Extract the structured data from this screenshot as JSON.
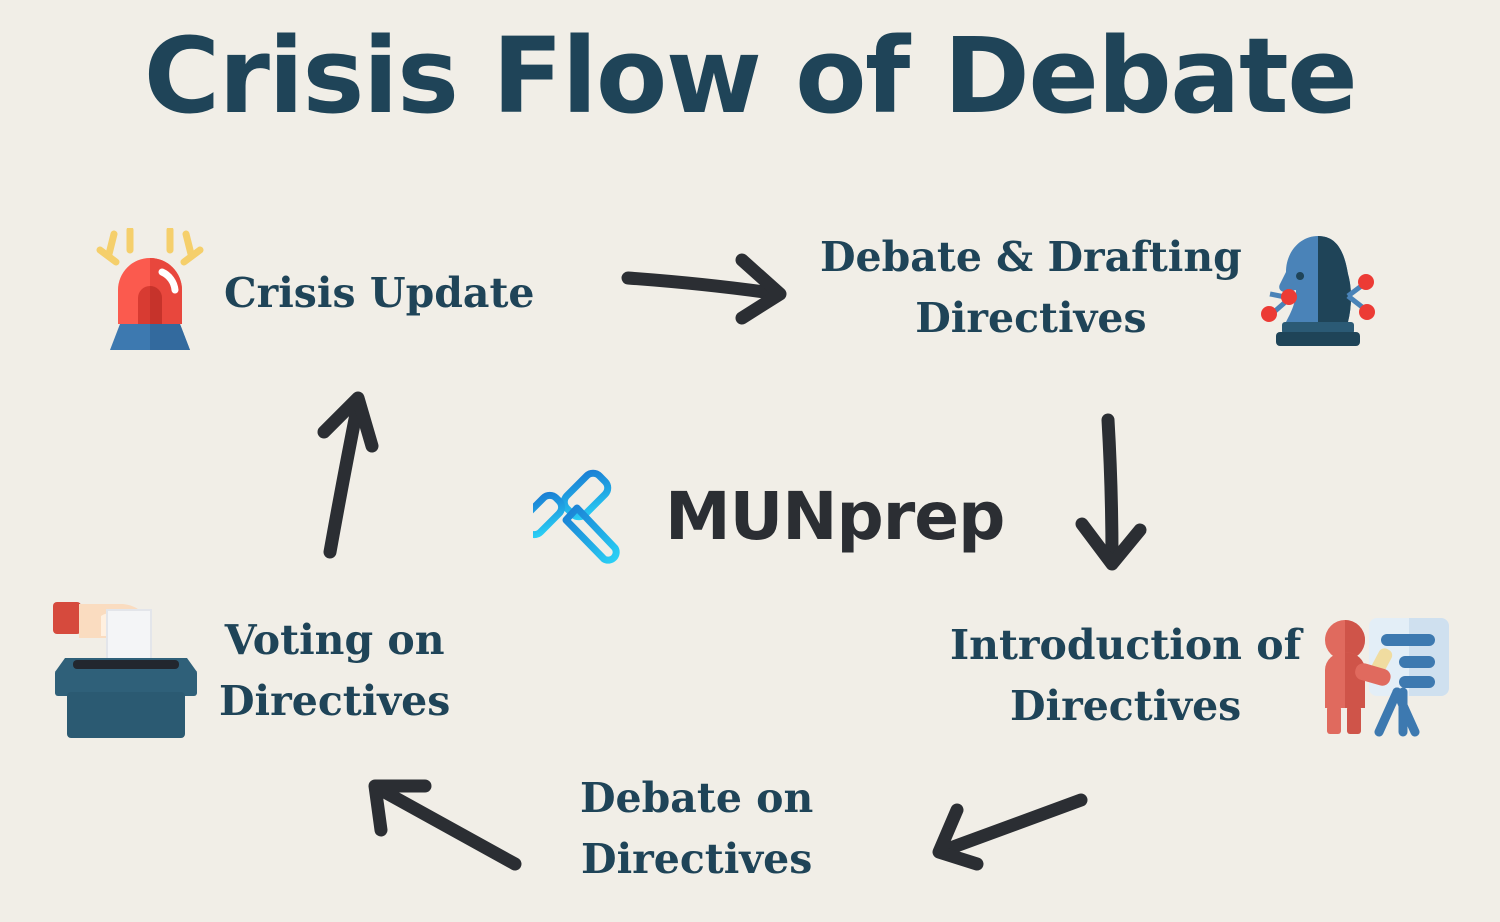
{
  "page": {
    "title": "Crisis Flow of Debate",
    "background_color": "#f1eee7",
    "accent_color": "#1f4458",
    "arrow_color": "#2b2e33"
  },
  "brand": {
    "name": "MUNprep",
    "icon": "gavel-icon",
    "icon_gradient_from": "#1b7fd4",
    "icon_gradient_to": "#2bd0f5",
    "text_color": "#2b2e33"
  },
  "flow": {
    "nodes": [
      {
        "id": "crisis-update",
        "label": "Crisis Update",
        "icon": "police-light-siren-icon",
        "icon_position": "left"
      },
      {
        "id": "debate-drafting",
        "label": "Debate & Drafting\nDirectives",
        "icon": "chess-knight-icon",
        "icon_position": "right"
      },
      {
        "id": "introduction-of-directives",
        "label": "Introduction of\nDirectives",
        "icon": "presentation-speaker-icon",
        "icon_position": "right"
      },
      {
        "id": "debate-on-directives",
        "label": "Debate on\nDirectives",
        "icon": "",
        "icon_position": "none"
      },
      {
        "id": "voting-on-directives",
        "label": "Voting on\nDirectives",
        "icon": "ballot-box-with-hand-icon",
        "icon_position": "left"
      }
    ],
    "arrows": [
      {
        "id": "arrow-right-top",
        "icon": "arrow-right-icon",
        "from": "crisis-update",
        "to": "debate-drafting"
      },
      {
        "id": "arrow-down-right",
        "icon": "arrow-down-icon",
        "from": "debate-drafting",
        "to": "introduction-of-directives"
      },
      {
        "id": "arrow-diag-bl",
        "icon": "arrow-down-left-icon",
        "from": "introduction-of-directives",
        "to": "debate-on-directives"
      },
      {
        "id": "arrow-diag-ul",
        "icon": "arrow-up-left-icon",
        "from": "debate-on-directives",
        "to": "voting-on-directives"
      },
      {
        "id": "arrow-up-left",
        "icon": "arrow-up-icon",
        "from": "voting-on-directives",
        "to": "crisis-update"
      }
    ]
  }
}
